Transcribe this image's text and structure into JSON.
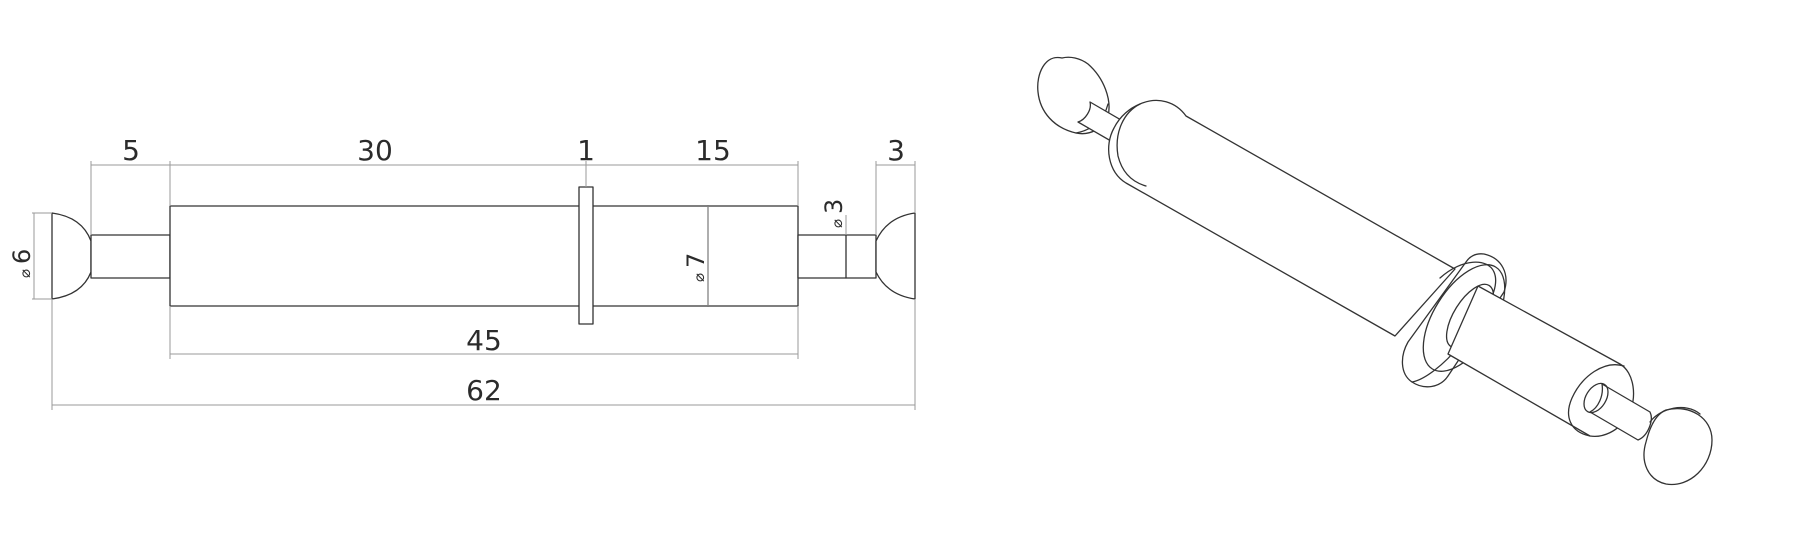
{
  "dimensions": {
    "stub_left_length": "5",
    "body_length": "30",
    "collar_thickness": "1",
    "right_body_length": "15",
    "stub_right_length": "3",
    "overall_body_length": "45",
    "overall_length": "62",
    "head_diameter": "6",
    "body_diameter": "7",
    "stub_diameter": "3"
  },
  "symbols": {
    "diameter": "⌀"
  }
}
